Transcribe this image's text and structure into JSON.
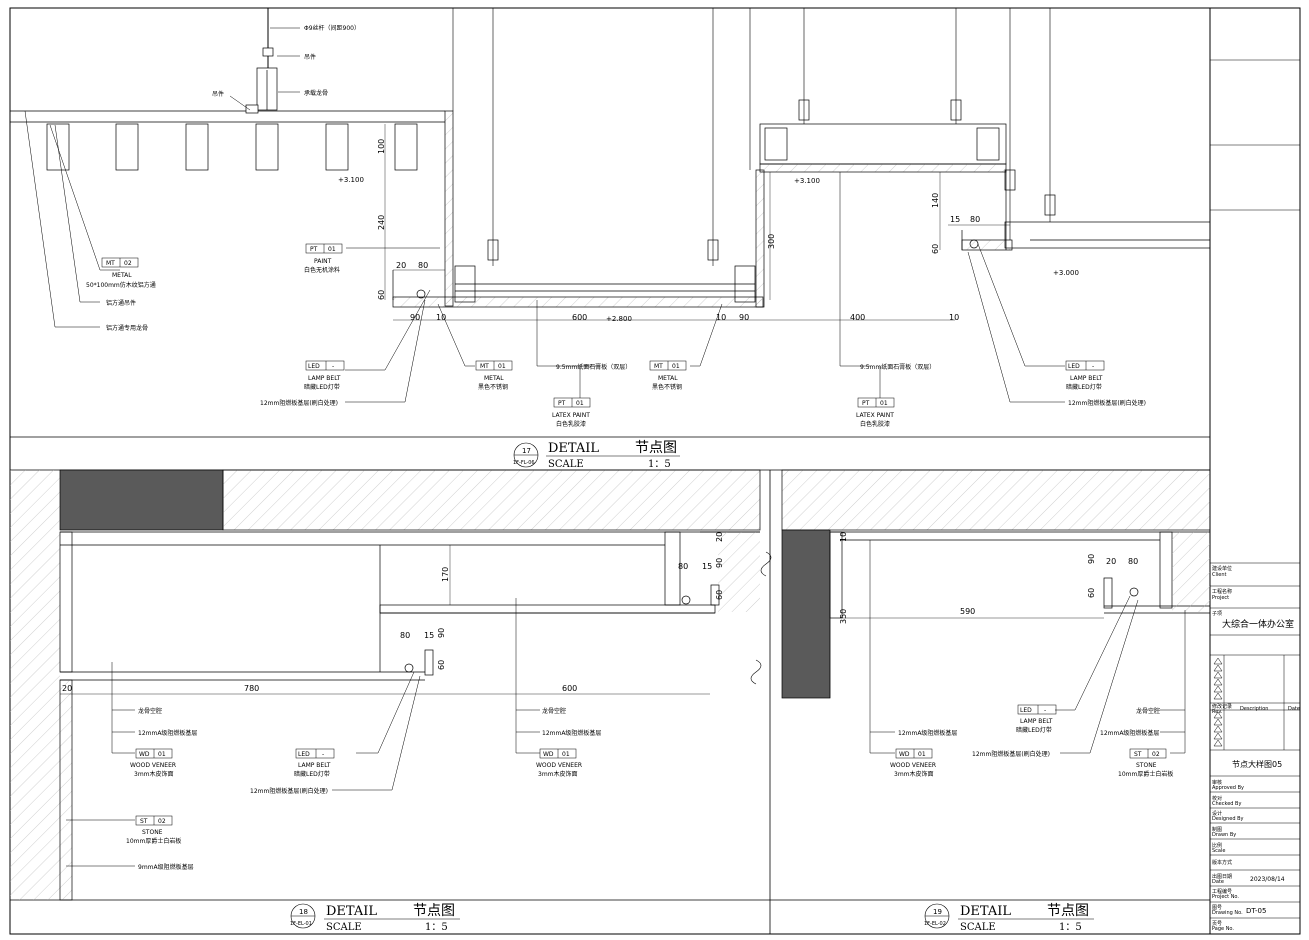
{
  "detail17": {
    "num": "17",
    "ref": "1F-FL-06",
    "title_en": "DETAIL",
    "title_cn": "节点图",
    "scale_label": "SCALE",
    "scale": "1：5",
    "hanger_rod": "Φ9丝杆（间距900）",
    "hanger": "吊件",
    "hanger2": "吊件",
    "keel": "承载龙骨",
    "elev1": "+3.100",
    "elev2": "+3.100",
    "elev3": "+2.800",
    "elev4": "+3.000",
    "mt02_code": "MT",
    "mt02_num": "02",
    "mt02_en": "METAL",
    "mt02_cn": "50*100mm仿木纹铝方通",
    "alu_hanger": "铝方通吊件",
    "alu_keel": "铝方通专用龙骨",
    "pt01a_code": "PT",
    "pt01a_num": "01",
    "pt01a_en": "PAINT",
    "pt01a_cn": "白色无机涂料",
    "led_a_code": "LED",
    "led_a_num": "-",
    "led_a_en": "LAMP BELT",
    "led_a_cn": "暗藏LED灯带",
    "board_a": "12mm阻燃板基层(刷白处理)",
    "mt01a_code": "MT",
    "mt01a_num": "01",
    "mt01a_en": "METAL",
    "mt01a_cn": "黑色不锈钢",
    "gypsum_a": "9.5mm纸面石膏板（双层）",
    "pt01b_code": "PT",
    "pt01b_num": "01",
    "pt01b_en": "LATEX PAINT",
    "pt01b_cn": "白色乳胶漆",
    "mt01b_code": "MT",
    "mt01b_num": "01",
    "mt01b_en": "METAL",
    "mt01b_cn": "黑色不锈钢",
    "gypsum_b": "9.5mm纸面石膏板（双层）",
    "pt01c_code": "PT",
    "pt01c_num": "01",
    "pt01c_en": "LATEX PAINT",
    "pt01c_cn": "白色乳胶漆",
    "led_b_code": "LED",
    "led_b_num": "-",
    "led_b_en": "LAMP BELT",
    "led_b_cn": "暗藏LED灯带",
    "board_b": "12mm阻燃板基层(刷白处理)",
    "dims": {
      "d100": "100",
      "d240": "240",
      "d60": "60",
      "d20": "20",
      "d80": "80",
      "d90a": "90",
      "d10a": "10",
      "d600": "600",
      "d10b": "10",
      "d90b": "90",
      "d300": "300",
      "d400": "400",
      "d10c": "10",
      "d140": "140",
      "d15": "15",
      "d80b": "80",
      "d60b": "60"
    }
  },
  "detail18": {
    "num": "18",
    "ref": "1F-EL-01",
    "title_en": "DETAIL",
    "title_cn": "节点图",
    "scale_label": "SCALE",
    "scale": "1：5",
    "cavity_a": "龙骨空腔",
    "board_a": "12mmA级阻燃板基层",
    "wd01a_code": "WD",
    "wd01a_num": "01",
    "wd01a_en": "WOOD VENEER",
    "wd01a_cn": "3mm木皮饰面",
    "led_code": "LED",
    "led_num": "-",
    "led_en": "LAMP BELT",
    "led_cn": "暗藏LED灯带",
    "board_w": "12mm阻燃板基层(刷白处理)",
    "st02_code": "ST",
    "st02_num": "02",
    "st02_en": "STONE",
    "st02_cn": "10mm厚爵士白岩板",
    "base_9mm": "9mmA级阻燃板基层",
    "cavity_b": "龙骨空腔",
    "board_b": "12mmA级阻燃板基层",
    "wd01b_code": "WD",
    "wd01b_num": "01",
    "wd01b_en": "WOOD VENEER",
    "wd01b_cn": "3mm木皮饰面",
    "dims": {
      "d170": "170",
      "d80a": "80",
      "d15a": "15",
      "d90a": "90",
      "d60a": "60",
      "d20a": "20",
      "d80b": "80",
      "d15b": "15",
      "d90b": "90",
      "d60b": "60",
      "d20b": "20",
      "d780": "780",
      "d600": "600"
    }
  },
  "detail19": {
    "num": "19",
    "ref": "1F-EL-02",
    "title_en": "DETAIL",
    "title_cn": "节点图",
    "scale_label": "SCALE",
    "scale": "1：5",
    "board_a": "12mmA级阻燃板基层",
    "wd01_code": "WD",
    "wd01_num": "01",
    "wd01_en": "WOOD VENEER",
    "wd01_cn": "3mm木皮饰面",
    "led_code": "LED",
    "led_num": "-",
    "led_en": "LAMP BELT",
    "led_cn": "暗藏LED灯带",
    "board_w": "12mm阻燃板基层(刷白处理)",
    "cavity": "龙骨空腔",
    "board_b": "12mmA级阻燃板基层",
    "st02_code": "ST",
    "st02_num": "02",
    "st02_en": "STONE",
    "st02_cn": "10mm厚爵士白岩板",
    "dims": {
      "d20": "20",
      "d80": "80",
      "d90": "90",
      "d60": "60",
      "d590": "590",
      "d350": "350",
      "d10": "10"
    }
  },
  "titleblock": {
    "builder_label": "建设单位",
    "builder_en": "Client",
    "builder_value": "",
    "project_label": "工程名称",
    "project_en": "Project",
    "project_value": "",
    "area_label": "子项",
    "area_value": "大综合一体办公室",
    "rev_label": "修改记录",
    "rev_en": "Rev.",
    "rev_desc_en": "Description",
    "rev_date_en": "Date",
    "drawing_name": "节点大样图05",
    "approved_label": "审核",
    "approved_en": "Approved By",
    "checked_label": "校对",
    "checked_en": "Checked By",
    "designed_label": "设计",
    "designed_en": "Designed By",
    "drawn_label": "制图",
    "drawn_en": "Drawn By",
    "scale_label": "比例",
    "scale_en": "Scale",
    "scale_value": "",
    "version_label": "版本方式",
    "date_label": "出图日期",
    "date_en": "Date",
    "date_value": "2023/08/14",
    "projno_label": "工程编号",
    "projno_en": "Project No.",
    "sheet_label": "图号",
    "sheet_en": "Drawing No.",
    "sheet_value": "DT-05",
    "page_label": "页号",
    "page_en": "Page No."
  },
  "colors": {
    "ink": "#000000",
    "dark_fill": "#5a5a5a",
    "hatch": "#9a9a9a"
  }
}
